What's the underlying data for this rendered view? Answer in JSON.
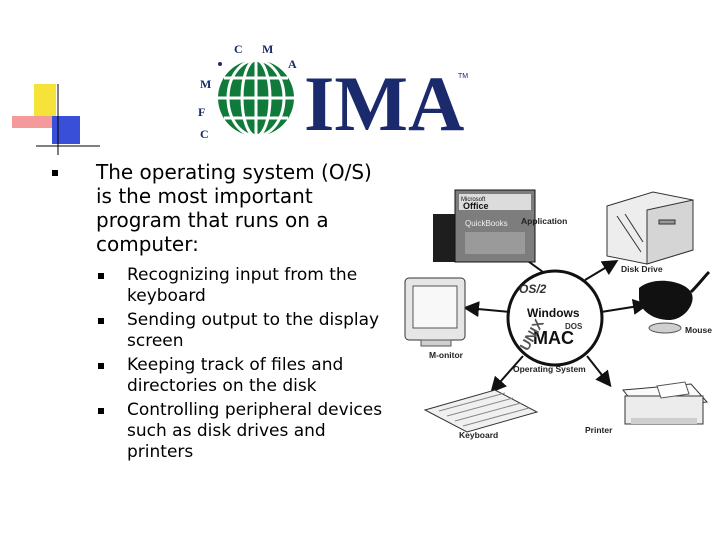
{
  "logo": {
    "brand": "IMA",
    "trademark": "TM",
    "ring_letters": [
      "C",
      "F",
      "M",
      "C",
      "M",
      "A"
    ]
  },
  "main_bullet": "The operating system (O/S) is the most important program that runs on a computer:",
  "sub_bullets": [
    "Recognizing input from the keyboard",
    "Sending output to the display screen",
    "Keeping track of files and directories on the disk",
    "Controlling peripheral devices such as disk drives and printers"
  ],
  "diagram": {
    "application_label": "Application",
    "disk_drive_label": "Disk Drive",
    "monitor_label": "M-onitor",
    "mouse_label": "Mouse",
    "keyboard_label": "Keyboard",
    "printer_label": "Printer",
    "os_label": "Operating System",
    "os_names": {
      "windows": "Windows",
      "os2": "OS/2",
      "unix": "UNIX",
      "mac": "MAC",
      "dos": "DOS"
    },
    "software_box": {
      "microsoft": "Microsoft",
      "office": "Office",
      "quickbooks": "QuickBooks"
    }
  },
  "colors": {
    "yellow": "#f6e33a",
    "red": "#f05a5a",
    "blue": "#3a4fd8",
    "navy": "#1a2a6c",
    "globe_green": "#0f7a3a"
  }
}
